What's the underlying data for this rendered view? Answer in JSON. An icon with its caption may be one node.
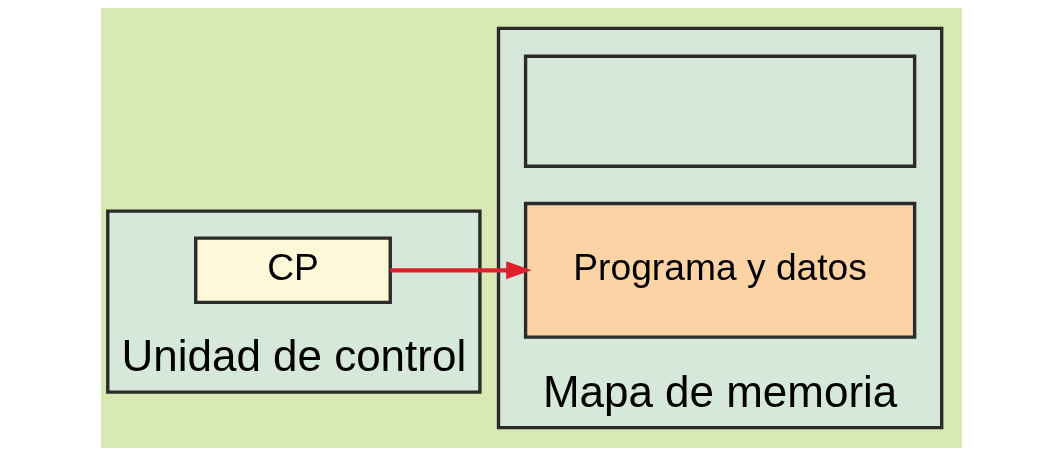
{
  "diagram": {
    "nodes": [
      {
        "text": [
          "Unidad de control"
        ]
      },
      {
        "text": [
          "CP"
        ],
        "in": 0
      },
      {
        "text": [
          "Mapa de memoria"
        ]
      },
      {
        "text": [],
        "shape": "box",
        "in": 2
      },
      {
        "text": [
          "Programa y datos"
        ],
        "in": 2
      }
    ],
    "edges": [
      {
        "from": 1,
        "to": 4,
        "arrow": "to",
        "color": "#e0202a"
      }
    ]
  }
}
